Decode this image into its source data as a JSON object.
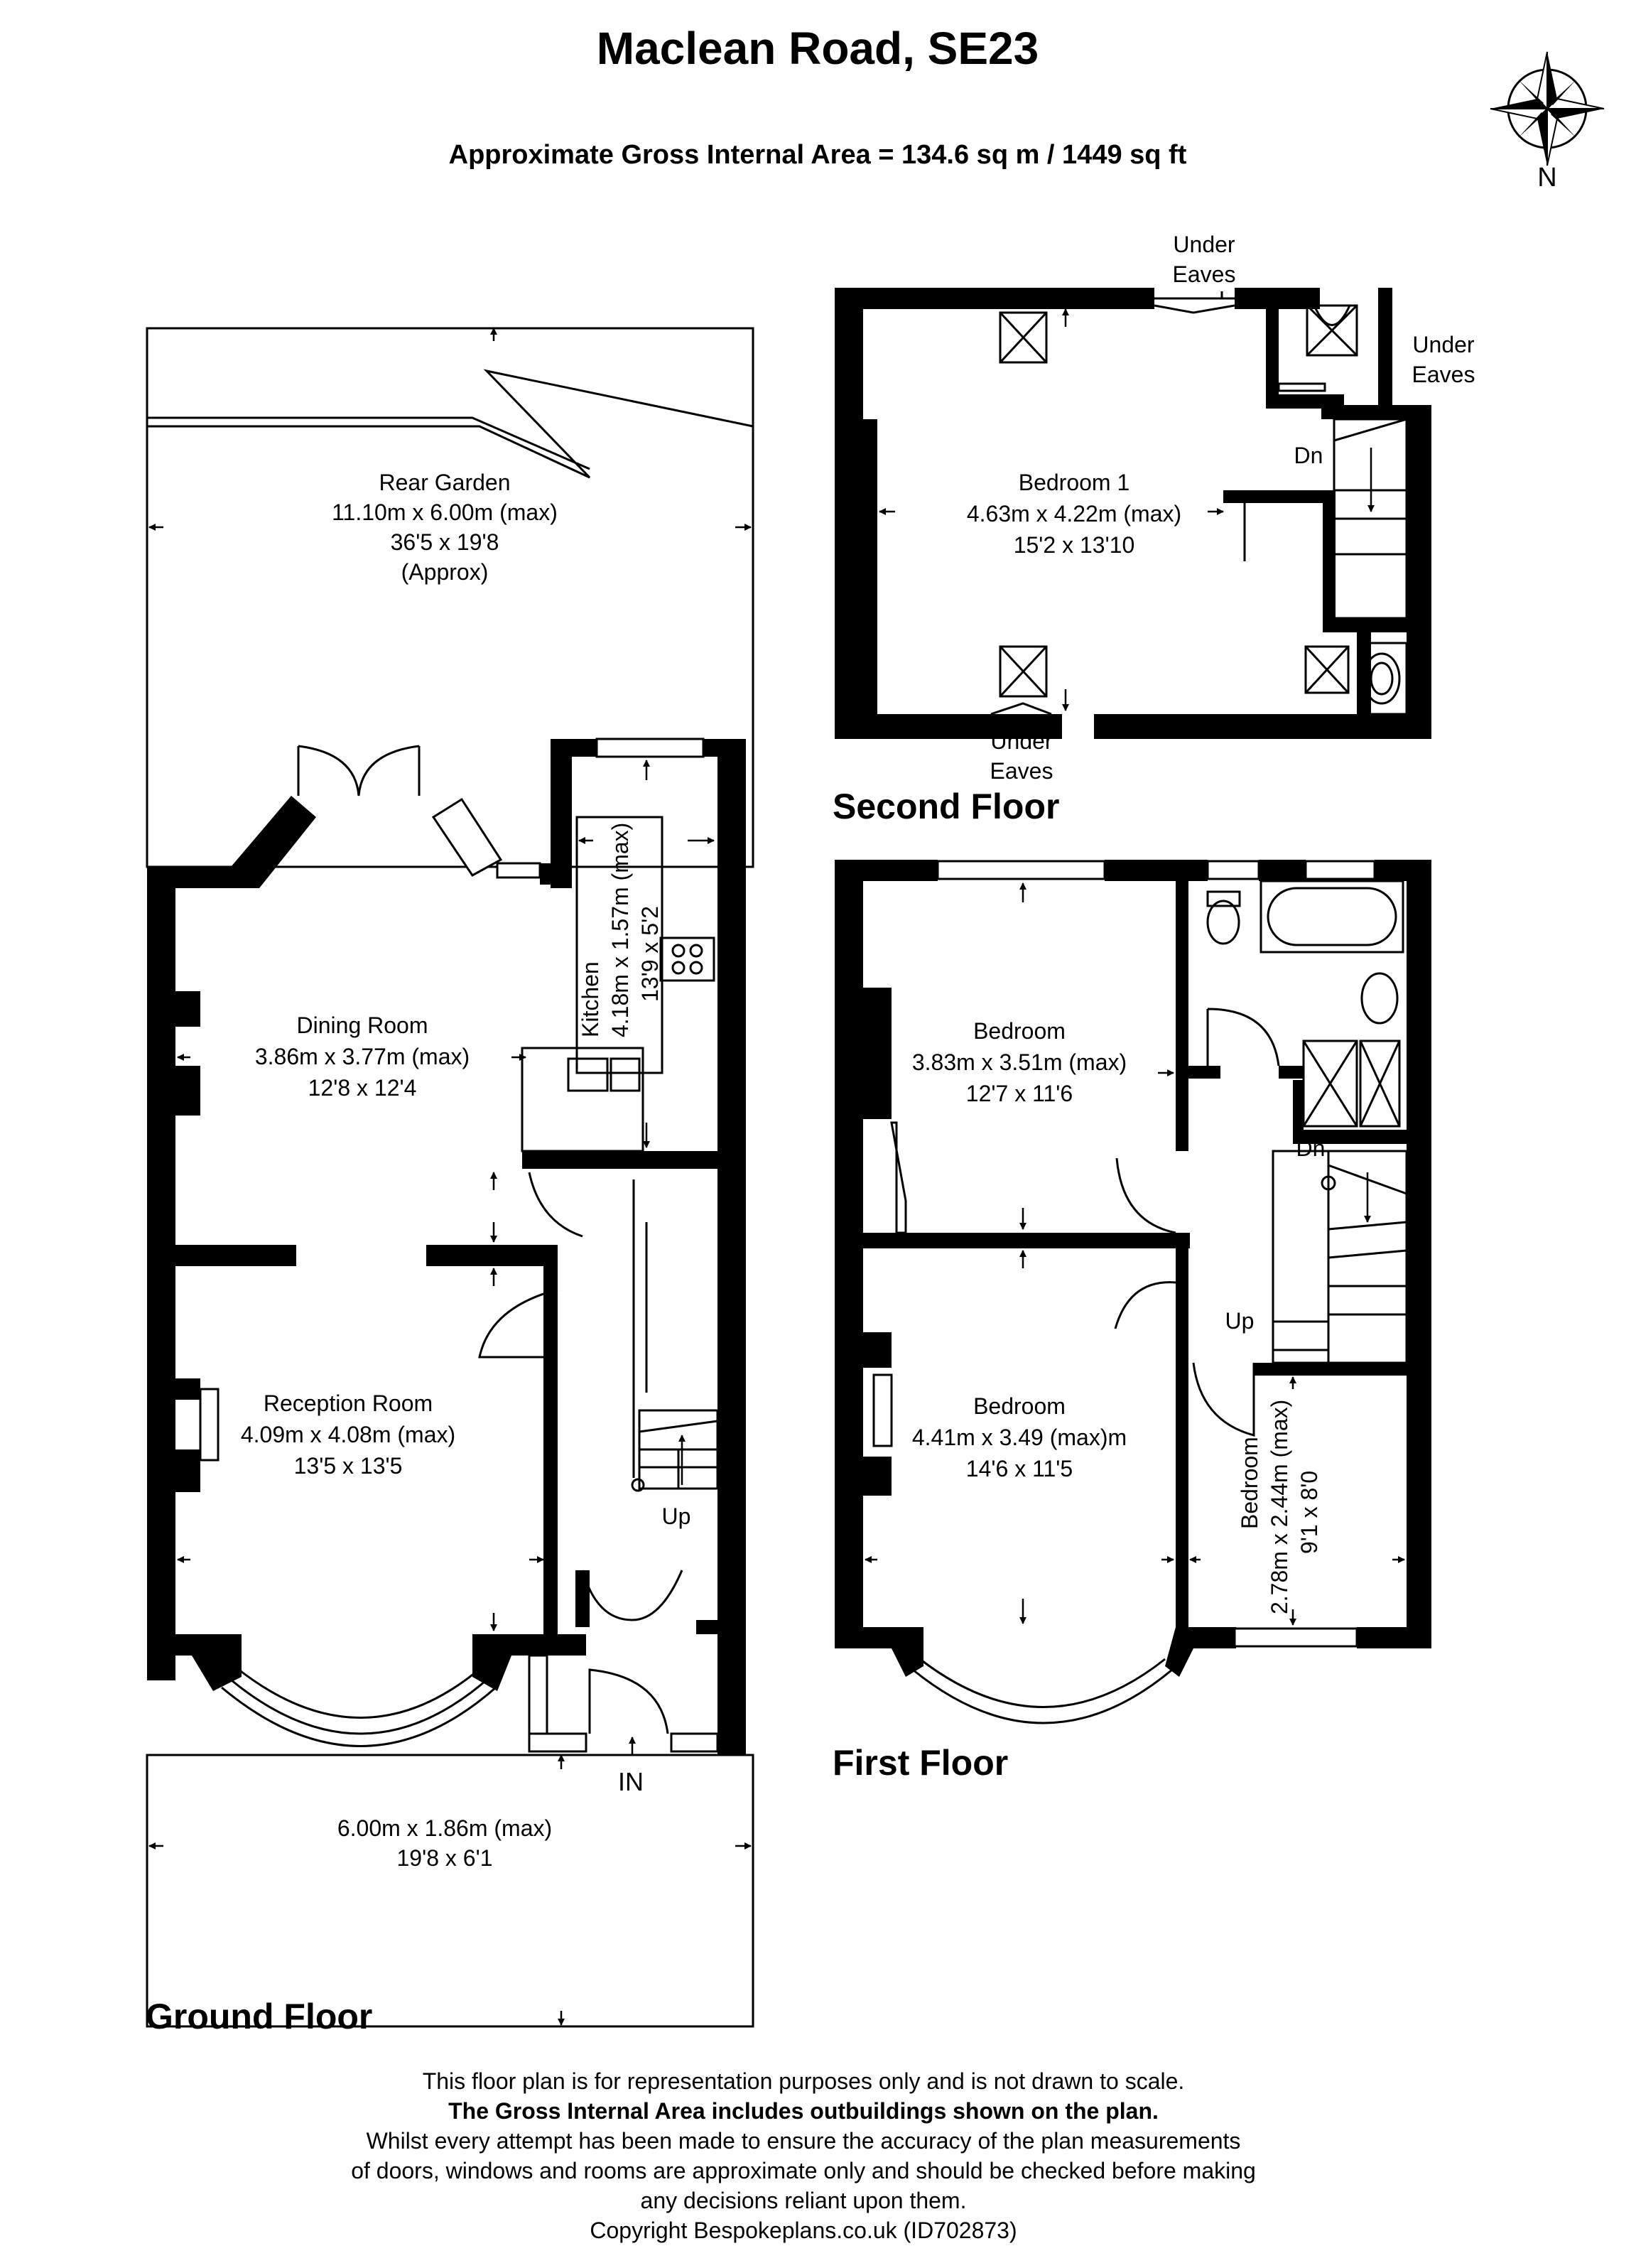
{
  "title": "Maclean Road, SE23",
  "subtitle": "Approximate Gross Internal Area = 134.6 sq m / 1449 sq ft",
  "compass": {
    "label": "N",
    "icon": "compass-rose-icon"
  },
  "floors": {
    "ground": {
      "label": "Ground Floor",
      "rooms": {
        "rear_garden": {
          "name": "Rear Garden",
          "metric": "11.10m x 6.00m (max)",
          "imperial": "36'5 x 19'8",
          "note": "(Approx)"
        },
        "dining": {
          "name": "Dining Room",
          "metric": "3.86m x 3.77m (max)",
          "imperial": "12'8 x 12'4"
        },
        "kitchen": {
          "name": "Kitchen",
          "metric": "4.18m x 1.57m (max)",
          "imperial": "13'9 x 5'2"
        },
        "reception": {
          "name": "Reception Room",
          "metric": "4.09m x 4.08m (max)",
          "imperial": "13'5 x 13'5"
        },
        "front_garden": {
          "metric": "6.00m x 1.86m (max)",
          "imperial": "19'8 x 6'1"
        }
      },
      "up_label": "Up",
      "entrance_label": "IN"
    },
    "first": {
      "label": "First Floor",
      "rooms": {
        "bedroom_rear": {
          "name": "Bedroom",
          "metric": "3.83m x 3.51m (max)",
          "imperial": "12'7 x 11'6"
        },
        "bedroom_front": {
          "name": "Bedroom",
          "metric": "4.41m x 3.49 (max)m",
          "imperial": "14'6 x 11'5"
        },
        "bedroom_small": {
          "name": "Bedroom",
          "metric": "2.78m x 2.44m (max)",
          "imperial": "9'1 x 8'0"
        }
      },
      "dn_label": "Dn",
      "up_label": "Up"
    },
    "second": {
      "label": "Second Floor",
      "rooms": {
        "bedroom1": {
          "name": "Bedroom 1",
          "metric": "4.63m x 4.22m (max)",
          "imperial": "15'2 x 13'10"
        }
      },
      "dn_label": "Dn",
      "eaves": {
        "line1": "Under",
        "line2": "Eaves"
      }
    }
  },
  "disclaimer": [
    "This floor plan is for representation purposes only and is not drawn to scale.",
    "The Gross Internal Area includes outbuildings shown on the plan.",
    "Whilst every attempt has been made to ensure the accuracy of the plan measurements",
    "of doors, windows and rooms are approximate only and should be checked before making",
    "any decisions reliant upon them.",
    "Copyright Bespokeplans.co.uk (ID702873)"
  ]
}
